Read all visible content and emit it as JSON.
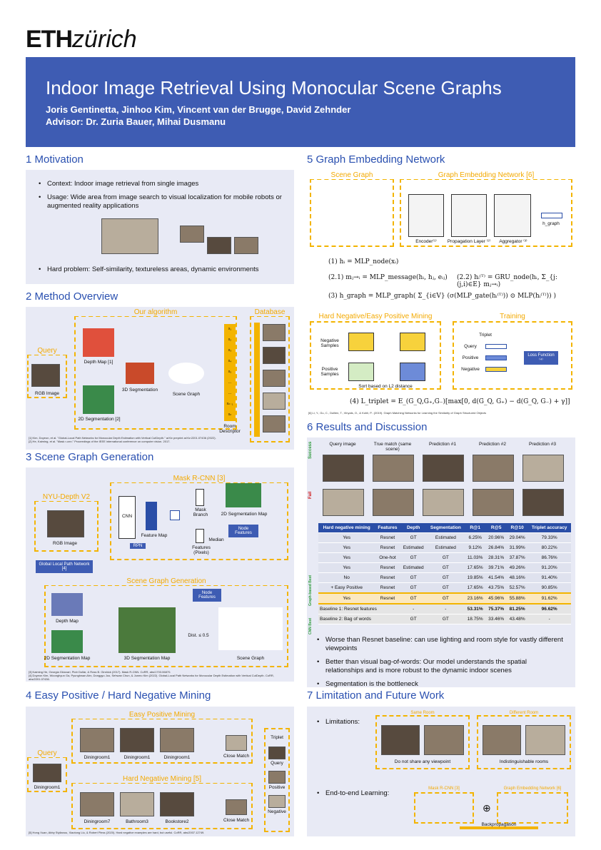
{
  "logo": {
    "eth": "ETH",
    "zurich": "zürich"
  },
  "header": {
    "title": "Indoor Image Retrieval Using Monocular Scene Graphs",
    "authors": "Joris Gentinetta, Jinhoo Kim, Vincent van der Brugge, David Zehnder",
    "advisors": "Advisor: Dr. Zuria Bauer, Mihai Dusmanu"
  },
  "motivation": {
    "title": "1 Motivation",
    "bullets": [
      "Context: Indoor image retrieval from single images",
      "Usage: Wide area from image search to visual localization for mobile robots or augmented reality applications",
      "Hard problem: Self-similarity, textureless areas, dynamic environments"
    ]
  },
  "method": {
    "title": "2 Method Overview",
    "algorithm": "Our algorithm",
    "database": "Database",
    "query": "Query",
    "rgb": "RGB Image",
    "depth": "Depth Map [1]",
    "seg2d": "2D Segmentation [2]",
    "seg3d": "3D Segmentation",
    "scene_graph": "Scene Graph",
    "room_desc": "Room Descriptor",
    "descriptors": [
      "x₁",
      "x₂",
      "x₃",
      "x₄",
      "x₅",
      "...",
      "...",
      "xₙ₋₁",
      "xₙ"
    ],
    "refs": [
      "[1] Kim, Doyeon, et al. \"Global-Local Path Networks for Monocular Depth Estimation with Vertical CutDepth.\" arXiv preprint arXiv:2201.07436 (2022).",
      "[2] He, Kaiming, et al. \"Mask r-cnn.\" Proceedings of the IEEE international conference on computer vision. 2017."
    ]
  },
  "sgg": {
    "title": "3 Scene Graph Generation",
    "mask_rcnn": "Mask R-CNN [3]",
    "nyu": "NYU-Depth V2",
    "rgb": "RGB Image",
    "glpn": "Global Local Path Network [4]",
    "cnn": "CNN",
    "rpn": "RPN",
    "feature_map": "Feature Map",
    "mask_branch": "Mask Branch",
    "seg_map": "2D Segmentation Map",
    "features": "Features (Pixels)",
    "median": "Median",
    "node_features": "Node Features",
    "sgg_title": "Scene Graph Generation",
    "depth_map": "Depth Map",
    "seg_map2": "2D Segmentation Map",
    "seg3d_map": "3D Segmentation Map",
    "dist": "Dist. ≤ 0.5",
    "scene_graph": "Scene Graph",
    "refs": [
      "[3] Kaiming He, Georgia Gkioxari, Piotr Dollár, & Ross B. Girshick (2017). Mask R-CNN. CoRR, abs/1703.06870.",
      "[4] Doyeon Kim, Woonghyun Ga, Pyunghwan Ahn, Donggyu Joo, Sehwan Chun, & Junmo Kim (2022). Global-Local Path Networks for Monocular Depth Estimation with Vertical CutDepth. CoRR, abs/2201.07436."
    ]
  },
  "mining": {
    "title": "4 Easy Positive / Hard Negative Mining",
    "easy": "Easy Positive Mining",
    "hard": "Hard Negative Mining [5]",
    "query": "Query",
    "query_label": "Diningroom1",
    "easy_labels": [
      "Diningroom1",
      "Diningroom1",
      "Diningroom1"
    ],
    "hard_labels": [
      "Diningroom7",
      "Bathroom3",
      "Bookstore2"
    ],
    "close_match": "Close Match",
    "triplet": "Triplet",
    "triplet_items": [
      "Query",
      "Positive",
      "Negative"
    ],
    "ref": "[5] Hong Xuan, Abby Stylianou, Xiaotong Liu, & Robert Pless (2020). Hard negative examples are hard, but useful. CoRR, abs/2007.12749."
  },
  "gen": {
    "title": "5 Graph Embedding Network",
    "scene_graph": "Scene Graph",
    "gen": "Graph Embedding Network [6]",
    "encoder": "Encoder⁽¹⁾",
    "prop": "Propagation Layer ⁽²⁾",
    "agg": "Aggregator ⁽³⁾",
    "hgraph": "h_graph",
    "eq1": "(1) hᵢ = MLP_node(xᵢ)",
    "eq21": "(2.1) mⱼ→ᵢ = MLP_message(hᵢ, hⱼ, eᵢⱼ)",
    "eq22": "(2.2) hᵢ⁽ᵀ⁾ = GRU_node(hᵢ, Σ_{j:(j,i)∈E} mⱼ→ᵢ)",
    "eq3": "(3) h_graph = MLP_graph( Σ_{i∈V} (σ(MLP_gate(hᵢ⁽ᵀ⁾)) ⊙ MLP(hᵢ⁽ᵀ⁾)) )",
    "mining": "Hard Negative/Easy Positive Mining",
    "training": "Training",
    "neg_samples": "Negative Samples",
    "pos_samples": "Positive Samples",
    "sorted": "Sort based on L2 distance",
    "triplet": "Triplet",
    "query": "Query",
    "positive": "Positive",
    "negative": "Negative",
    "loss": "Loss Function ⁽⁴⁾",
    "eq4": "(4) L_triplet = E_(G_Q,G₊,G₋)[max[0, d(G_Q, G₊) − d(G_Q, G₋) + γ]]",
    "ref": "[6] Li, Y., Gu, C., Dullien, T., Vinyals, O., & Kohli, P.. (2019). Graph Matching Networks for Learning the Similarity of Graph Structured Objects"
  },
  "results": {
    "title": "6 Results and Discussion",
    "img_headers": [
      "Query image",
      "True match (same scene)",
      "Prediction #1",
      "Prediction #2",
      "Prediction #3"
    ],
    "success": "Success",
    "fail": "Fail",
    "headers": [
      "Hard negative mining",
      "Features",
      "Depth",
      "Segmentation",
      "R@1",
      "R@5",
      "R@10",
      "Triplet accuracy"
    ],
    "rows": [
      [
        "Yes",
        "Resnet",
        "GT",
        "Estimated",
        "6.25%",
        "20.96%",
        "29.04%",
        "79.33%"
      ],
      [
        "Yes",
        "Resnet",
        "Estimated",
        "Estimated",
        "9.12%",
        "26.84%",
        "31.99%",
        "80.22%"
      ],
      [
        "Yes",
        "One-hot",
        "GT",
        "GT",
        "11.03%",
        "28.31%",
        "37.87%",
        "86.76%"
      ],
      [
        "Yes",
        "Resnet",
        "Estimated",
        "GT",
        "17.65%",
        "39.71%",
        "49.26%",
        "91.20%"
      ],
      [
        "No",
        "Resnet",
        "GT",
        "GT",
        "19.85%",
        "41.54%",
        "48.16%",
        "91.40%"
      ],
      [
        "+ Easy Positive",
        "Resnet",
        "GT",
        "GT",
        "17.65%",
        "43.75%",
        "52.57%",
        "90.85%"
      ],
      [
        "Yes",
        "Resnet",
        "GT",
        "GT",
        "23.16%",
        "45.96%",
        "55.88%",
        "91.62%"
      ]
    ],
    "cnn_rows": [
      [
        "Baseline 1: Resnet features",
        "-",
        "-",
        "53.31%",
        "75.37%",
        "81.25%",
        "96.62%"
      ],
      [
        "Baseline 2: Bag of words",
        "GT",
        "GT",
        "18.75%",
        "33.46%",
        "43.48%",
        "-"
      ]
    ],
    "graph_based": "Graph-based Best",
    "cnn_best": "CNN Best",
    "bullets": [
      "Worse than Resnet baseline: can use lighting and room style for vastly different viewpoints",
      "Better than visual bag-of-words: Our model understands the spatial relationships and is more robust to the dynamic indoor scenes",
      "Segmentation is the bottleneck"
    ]
  },
  "future": {
    "title": "7 Limitation and Future Work",
    "limitations": "Limitations:",
    "same_room": "Same Room",
    "diff_room": "Different Room",
    "no_share": "Do not share any viewpoint",
    "indist": "Indistinguishable rooms",
    "e2e": "End-to-end Learning:",
    "mask": "Mask R-CNN [3]",
    "gen": "Graph Embedding Network [6]",
    "backprop": "Backpropagation"
  }
}
